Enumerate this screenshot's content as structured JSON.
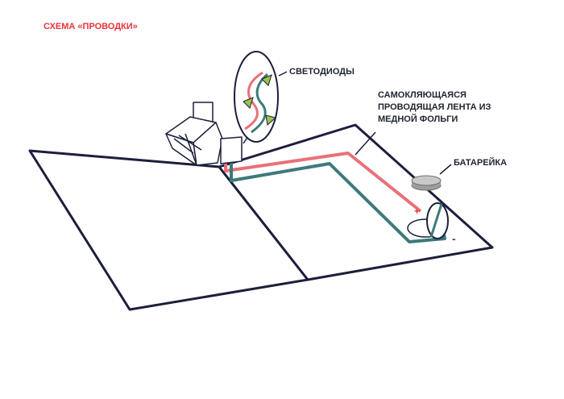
{
  "title": "СХЕМА «ПРОВОДКИ»",
  "labels": {
    "leds": "СВЕТОДИОДЫ",
    "tape_line1": "САМОКЛЯЮЩАЯСЯ",
    "tape_line2": "ПРОВОДЯЩАЯ ЛЕНТА ИЗ",
    "tape_line3": "МЕДНОЙ ФОЛЬГИ",
    "battery": "БАТАРЕЙКА",
    "plus": "+",
    "minus": "-"
  },
  "colors": {
    "title": "#e8333a",
    "outline": "#1b1f3b",
    "positive_wire": "#e9707a",
    "negative_wire": "#3d7a7a",
    "led": "#9bc44a",
    "battery": "#bfbfbf"
  }
}
